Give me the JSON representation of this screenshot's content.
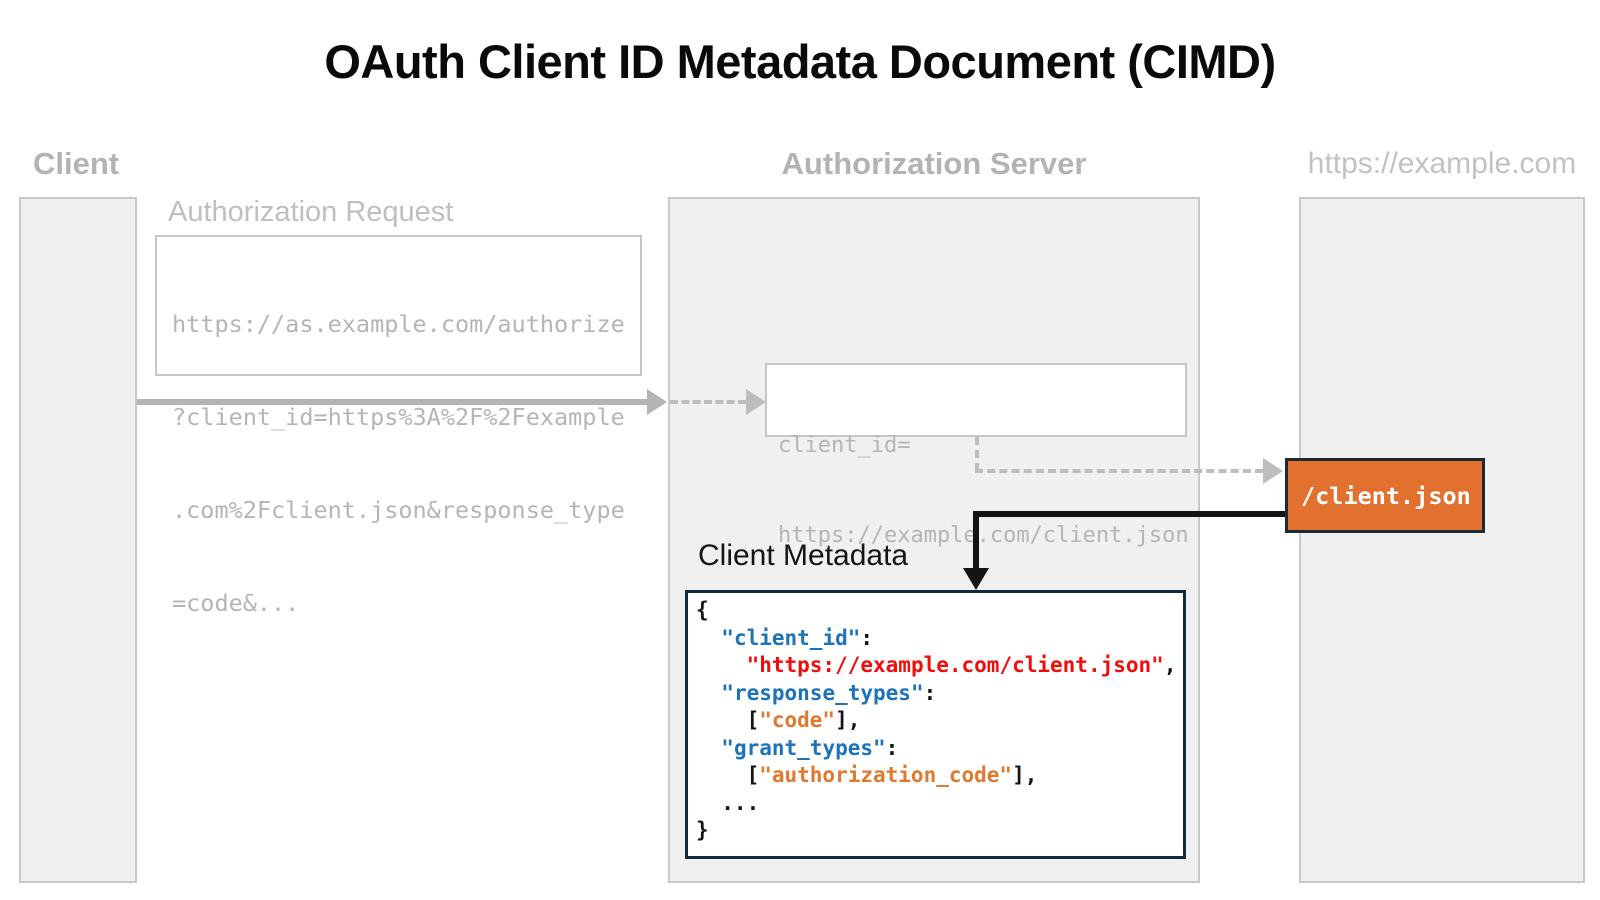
{
  "title": "OAuth Client ID Metadata Document (CIMD)",
  "lanes": {
    "client": {
      "label": "Client"
    },
    "authorization_server": {
      "label": "Authorization Server"
    },
    "resource_host": {
      "label": "https://example.com"
    }
  },
  "authorization_request": {
    "label": "Authorization Request",
    "url_lines": [
      "https://as.example.com/authorize",
      "?client_id=https%3A%2F%2Fexample",
      ".com%2Fclient.json&response_type",
      "=code&..."
    ]
  },
  "client_id_lookup": {
    "lines": [
      "client_id=",
      "https://example.com/client.json"
    ]
  },
  "client_json_file": {
    "label": "/client.json"
  },
  "client_metadata": {
    "label": "Client Metadata",
    "code_lines": [
      [
        {
          "text": "{",
          "type": "plain"
        }
      ],
      [
        {
          "text": "  ",
          "type": "plain"
        },
        {
          "text": "\"client_id\"",
          "type": "key"
        },
        {
          "text": ":",
          "type": "plain"
        }
      ],
      [
        {
          "text": "    ",
          "type": "plain"
        },
        {
          "text": "\"https://example.com/client.json\"",
          "type": "str"
        },
        {
          "text": ",",
          "type": "plain"
        }
      ],
      [
        {
          "text": "  ",
          "type": "plain"
        },
        {
          "text": "\"response_types\"",
          "type": "key"
        },
        {
          "text": ":",
          "type": "plain"
        }
      ],
      [
        {
          "text": "    [",
          "type": "plain"
        },
        {
          "text": "\"code\"",
          "type": "val"
        },
        {
          "text": "],",
          "type": "plain"
        }
      ],
      [
        {
          "text": "  ",
          "type": "plain"
        },
        {
          "text": "\"grant_types\"",
          "type": "key"
        },
        {
          "text": ":",
          "type": "plain"
        }
      ],
      [
        {
          "text": "    [",
          "type": "plain"
        },
        {
          "text": "\"authorization_code\"",
          "type": "val"
        },
        {
          "text": "],",
          "type": "plain"
        }
      ],
      [
        {
          "text": "  ...",
          "type": "plain"
        }
      ],
      [
        {
          "text": "}",
          "type": "plain"
        }
      ]
    ]
  },
  "colors": {
    "lane_fill": "#f0f0f1",
    "lane_border": "#c9c9c9",
    "muted_gray_text": "#b5b5b5",
    "accent_orange": "#e2712f",
    "code_border_navy": "#132a3c",
    "code_key_blue": "#1d73b9",
    "code_string_red": "#f20c0c",
    "code_value_orange": "#e0782e",
    "connector_black": "#141414"
  }
}
